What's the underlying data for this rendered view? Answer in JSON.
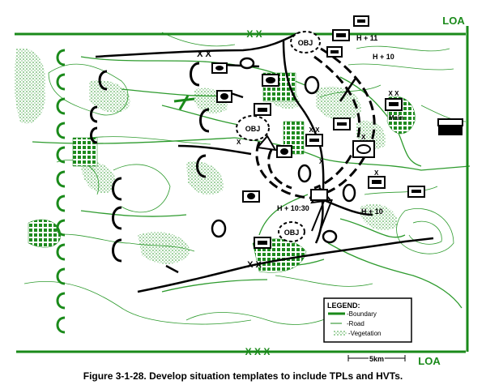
{
  "map": {
    "boundary_labels": {
      "top_line": "LOA",
      "bottom_line": "LOA",
      "top_echelon": "X X",
      "bottom_echelon": "X X X",
      "upper_left_echelon": "X X",
      "lower_center_echelon": "X X"
    },
    "objectives": [
      "OBJ",
      "OBJ",
      "OBJ"
    ],
    "phase_lines": [
      "H + 11",
      "H + 10",
      "H + 10:30",
      "H + 10"
    ],
    "unit_markers": {
      "main": "Main",
      "div": "X X",
      "x1": "X",
      "x2": "X",
      "x3": "X",
      "x4": "X",
      "xx2": "X X"
    },
    "scale_label": "5km",
    "legend": {
      "title": "LEGEND:",
      "items": [
        "Boundary",
        "Road",
        "Vegetation"
      ]
    },
    "colors": {
      "boundary": "#1a8a1a",
      "terrain": "#2e9b2e",
      "units": "#000000"
    }
  },
  "caption": "Figure 3-1-28.  Develop situation templates to include TPLs and HVTs."
}
